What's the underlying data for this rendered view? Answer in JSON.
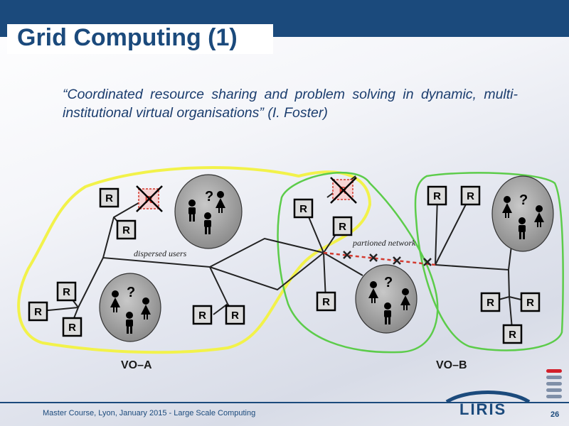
{
  "slide": {
    "title": "Grid Computing (1)",
    "quote_open": "“",
    "quote_text": "Coordinated resource sharing and problem solving in dynamic, multi-institutional virtual organisations",
    "quote_close": "”",
    "quote_author": " (I. Foster)",
    "footer": "Master Course, Lyon, January 2015 - Large Scale Computing",
    "page_number": "26",
    "logo_text": "LIRIS"
  },
  "figure": {
    "resource_label": "R",
    "unknown_label": "?",
    "dispersed_users": "dispersed users",
    "partioned_network": "partioned network",
    "vo_a": "VO–A",
    "vo_b": "VO–B"
  },
  "colors": {
    "brand_blue": "#1b4a7c",
    "vo_a_outline": "#f2f24a",
    "vo_b_outline": "#5ccc4a",
    "broken_link": "#d33a2f",
    "logo_red": "#d21f2a"
  }
}
